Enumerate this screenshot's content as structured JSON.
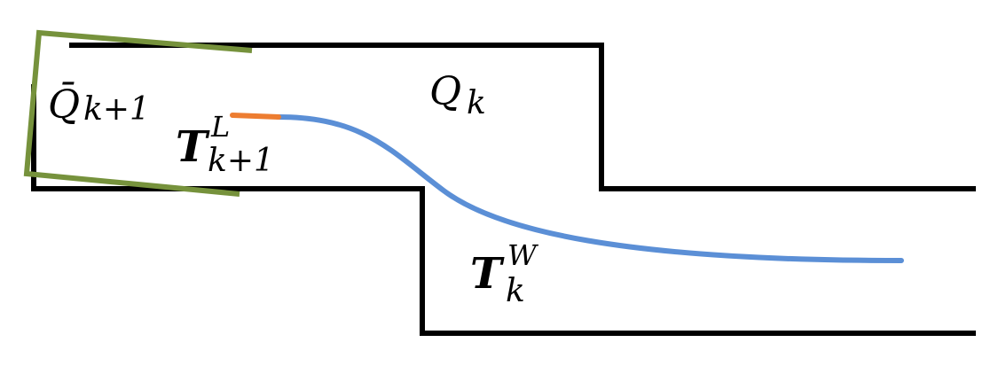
{
  "labels": {
    "q_bar": {
      "base": "Q̄",
      "sub": "k+1"
    },
    "q_k": {
      "base": "Q",
      "sub": "k"
    },
    "t_local": {
      "base": "T",
      "sup": "L",
      "sub": "k+1"
    },
    "t_world": {
      "base": "T",
      "sup": "W",
      "sub": "k"
    }
  },
  "colors": {
    "walls": "#000000",
    "olive_region": "#76923c",
    "local_traj": "#ed7d31",
    "world_traj": "#5b8fd6"
  }
}
